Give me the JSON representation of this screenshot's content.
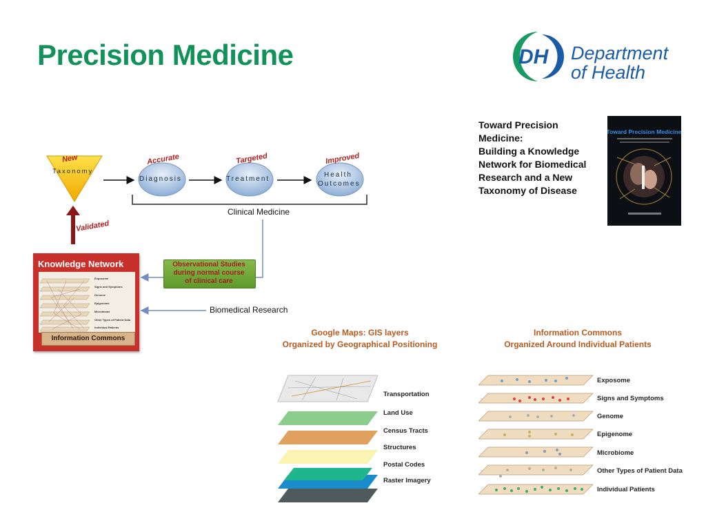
{
  "slide": {
    "title": "Precision Medicine"
  },
  "logo": {
    "initials": "DH",
    "line1": "Department",
    "line2": "of Health"
  },
  "book": {
    "caption_lines": [
      "Toward Precision",
      "Medicine:",
      "Building a Knowledge",
      "Network for Biomedical",
      "Research and a New",
      "Taxonomy of Disease"
    ],
    "cover_title": "Toward Precision Medicine"
  },
  "flow": {
    "taxonomy": {
      "tag": "New",
      "label": "Taxonomy"
    },
    "stages": [
      {
        "tag": "Accurate",
        "label": "Diagnosis"
      },
      {
        "tag": "Targeted",
        "label": "Treatment"
      },
      {
        "tag": "Improved",
        "label_lines": [
          "Health",
          "Outcomes"
        ]
      }
    ],
    "clinical_medicine": "Clinical Medicine",
    "validated": "Validated",
    "biomedical_research": "Biomedical Research",
    "observational": [
      "Observational Studies",
      "during normal course",
      "of clinical care"
    ]
  },
  "knowledge_network": {
    "title": "Knowledge Network",
    "footer": "Information Commons",
    "layers": [
      "Exposome",
      "Signs and Symptoms",
      "Genome",
      "Epigenome",
      "Microbiome",
      "Other Types of Patient Data",
      "Individual Patients"
    ]
  },
  "gis": {
    "heading": [
      "Google Maps:  GIS layers",
      "Organized by Geographical Positioning"
    ],
    "layers": [
      "Transportation",
      "Land Use",
      "Census Tracts",
      "Structures",
      "Postal Codes",
      "Raster Imagery"
    ]
  },
  "commons": {
    "heading": [
      "Information Commons",
      "Organized Around Individual Patients"
    ],
    "layers": [
      "Exposome",
      "Signs and Symptoms",
      "Genome",
      "Epigenome",
      "Microbiome",
      "Other Types of Patient Data",
      "Individual Patients"
    ]
  },
  "colors": {
    "title": "#12925a",
    "tags": "#b0201e",
    "headings": "#b85a1e",
    "knowledge_box": "#c8302c",
    "logo_blue": "#1c5aa6",
    "logo_green": "#1a9a63"
  }
}
